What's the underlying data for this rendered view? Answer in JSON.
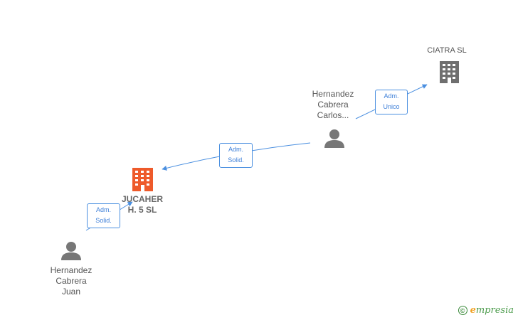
{
  "nodes": {
    "ciatra": {
      "lines": [
        "CIATRA SL"
      ],
      "kind": "company"
    },
    "carlos": {
      "lines": [
        "Hernandez",
        "Cabrera",
        "Carlos..."
      ],
      "kind": "person"
    },
    "jucaher": {
      "lines": [
        "JUCAHER",
        "H. 5 SL"
      ],
      "kind": "company-main"
    },
    "juan": {
      "lines": [
        "Hernandez",
        "Cabrera",
        "Juan"
      ],
      "kind": "person"
    }
  },
  "edges": {
    "carlos_ciatra": {
      "lines": [
        "Adm.",
        "Unico"
      ]
    },
    "carlos_jucaher": {
      "lines": [
        "Adm.",
        "Solid."
      ]
    },
    "juan_jucaher": {
      "lines": [
        "Adm.",
        "Solid."
      ]
    }
  },
  "colors": {
    "edge": "#4a8fe0",
    "company": "#6f6f6f",
    "main_company": "#ee5a2a",
    "person": "#777777"
  },
  "icons": {
    "company": "building-icon",
    "person": "person-icon"
  },
  "brand": {
    "copyright": "©",
    "name_first": "e",
    "name_rest": "mpresia"
  }
}
